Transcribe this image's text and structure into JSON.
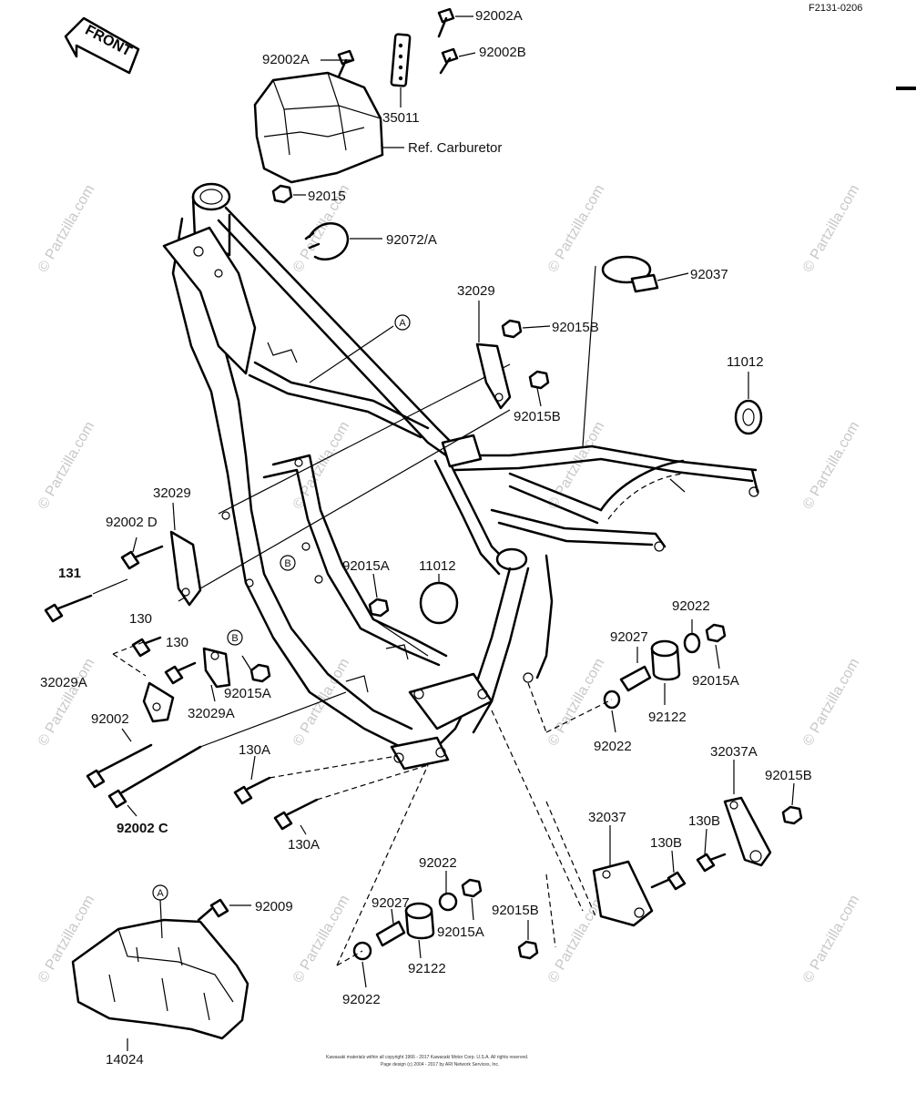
{
  "figure_code": "F2131-0206",
  "front_label": "FRONT",
  "watermark": "© Partzilla.com",
  "ref_note": "Ref. Carburetor",
  "callouts": {
    "A": "A",
    "B": "B"
  },
  "labels": {
    "p92002A_top": "92002A",
    "p92002A_left": "92002A",
    "p92002B": "92002B",
    "p35011": "35011",
    "p92015": "92015",
    "p92072A": "92072/A",
    "p92037": "92037",
    "p32029_top": "32029",
    "p92015B_1": "92015B",
    "p92015B_2": "92015B",
    "p11012_right": "11012",
    "p32029_left": "32029",
    "p92002D": "92002 D",
    "p131": "131",
    "p130_1": "130",
    "p130_2": "130",
    "p32029A_1": "32029A",
    "p32029A_2": "32029A",
    "p92015A_1": "92015A",
    "p92015A_2": "92015A",
    "p11012_mid": "11012",
    "p92002": "92002",
    "p92002C": "92002 C",
    "p130A_1": "130A",
    "p130A_2": "130A",
    "p92022_1": "92022",
    "p92027_1": "92027",
    "p92015A_3": "92015A",
    "p92122_1": "92122",
    "p92022_2": "92022",
    "p32037A": "32037A",
    "p92015B_3": "92015B",
    "p32037": "32037",
    "p130B_1": "130B",
    "p130B_2": "130B",
    "p92009": "92009",
    "p92022_3": "92022",
    "p92027_2": "92027",
    "p92015A_4": "92015A",
    "p92122_2": "92122",
    "p92015B_4": "92015B",
    "p92022_4": "92022",
    "p14024": "14024"
  },
  "footer": {
    "line1": "Kawasaki materials within all copyright 1966 - 2017 Kawasaki Motor Corp. U.S.A.   All rights reserved.",
    "line2": "Page design (c) 2004 - 2017 by ARI Network Services, Inc."
  }
}
